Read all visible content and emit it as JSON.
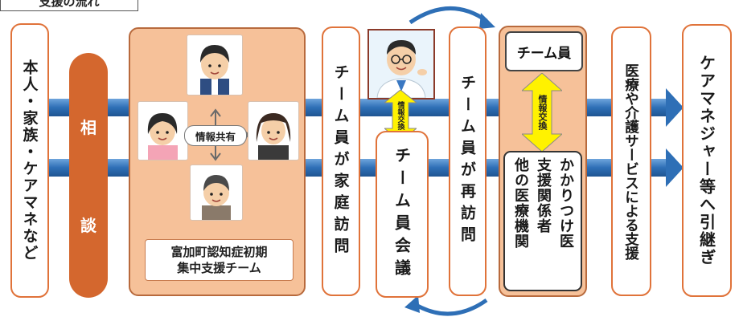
{
  "title": "支援の流れ",
  "boxes": {
    "person_family": "本人・家族・ケアマネなど",
    "consult_1": "相",
    "consult_2": "談",
    "info_share": "情報共有",
    "team_name_line1": "富加町認知症初期",
    "team_name_line2": "集中支援チーム",
    "home_visit": "チーム員が家庭訪問",
    "team_meeting": "チーム員会議",
    "revisit": "チーム員が再訪問",
    "team_member": "チーム員",
    "info_exchange_1": "情報交換",
    "info_exchange_2": "情報交換",
    "doctor_col1": "かかりつけ医",
    "doctor_col2": "支援関係者",
    "doctor_col3": "他の医療機関",
    "support_services": "医療や介護サービスによる支援",
    "handover": "ケアマネジャー等へ引継ぎ"
  },
  "colors": {
    "arrow_blue": "#2e6fb6",
    "orange_border": "#e0733a",
    "orange_fill": "#f6c199",
    "consult_fill": "#d4672e",
    "exchange_yellow": "#fff200"
  },
  "icons": [
    "person-icon",
    "doctor-icon",
    "cross-arrow-icon",
    "double-arrow-icon",
    "cycle-arrow-icon"
  ]
}
